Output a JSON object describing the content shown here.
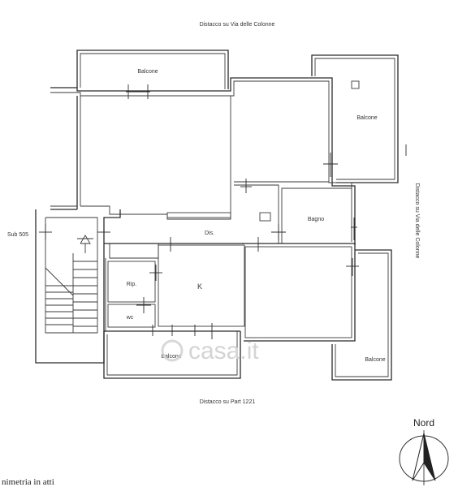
{
  "labels": {
    "top_setback": "Distacco su Via delle Colonne",
    "right_setback": "Distacco su Via delle Colonne",
    "bottom_setback": "Distacco su Part 1221",
    "sub": "Sub 505",
    "north": "Nord",
    "caption": "nimetria in atti",
    "watermark": "casa.it"
  },
  "rooms": {
    "balcone_top": "Balcone",
    "balcone_right_top": "Balcone",
    "balcone_bottom_left": "Balcone",
    "balcone_bottom_right": "Balcone",
    "dis": "Dis.",
    "bagno": "Bagno",
    "rip": "Rip.",
    "wc": "wc",
    "k": "K"
  },
  "icons": {
    "compass": "north-arrow-icon",
    "stairs": "stairs-icon",
    "watermark_logo": "casa-logo-icon"
  }
}
